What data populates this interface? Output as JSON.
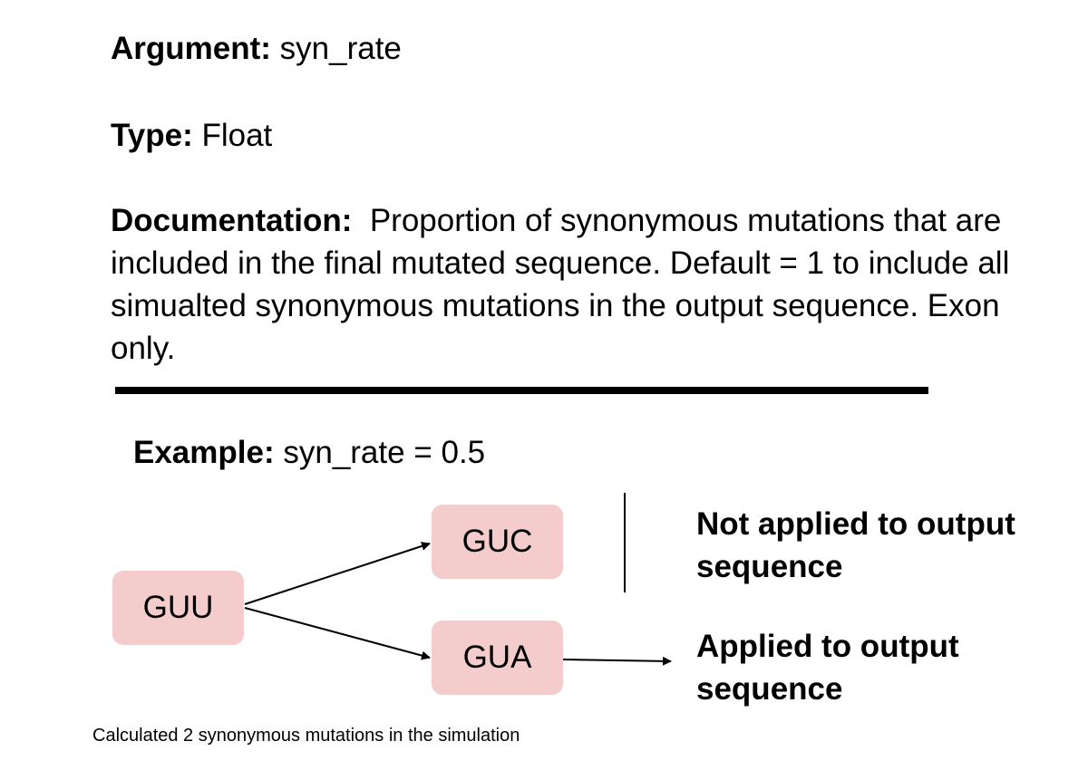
{
  "argument": {
    "label": "Argument:",
    "value": " syn_rate"
  },
  "type": {
    "label": "Type:",
    "value": " Float"
  },
  "documentation": {
    "label": "Documentation:",
    "value": "  Proportion of synonymous mutations that are included in the final mutated sequence. Default = 1 to include all simualted synonymous mutations in the output sequence. Exon only."
  },
  "example": {
    "label": "Example:",
    "value": " syn_rate = 0.5"
  },
  "diagram": {
    "source_codon": "GUU",
    "codon_top": "GUC",
    "codon_bottom": "GUA",
    "outcome_top": "Not applied to output sequence",
    "outcome_bottom": "Applied to output sequence",
    "box_color": "#f4cccc"
  },
  "footnote": "Calculated 2 synonymous mutations in the simulation"
}
